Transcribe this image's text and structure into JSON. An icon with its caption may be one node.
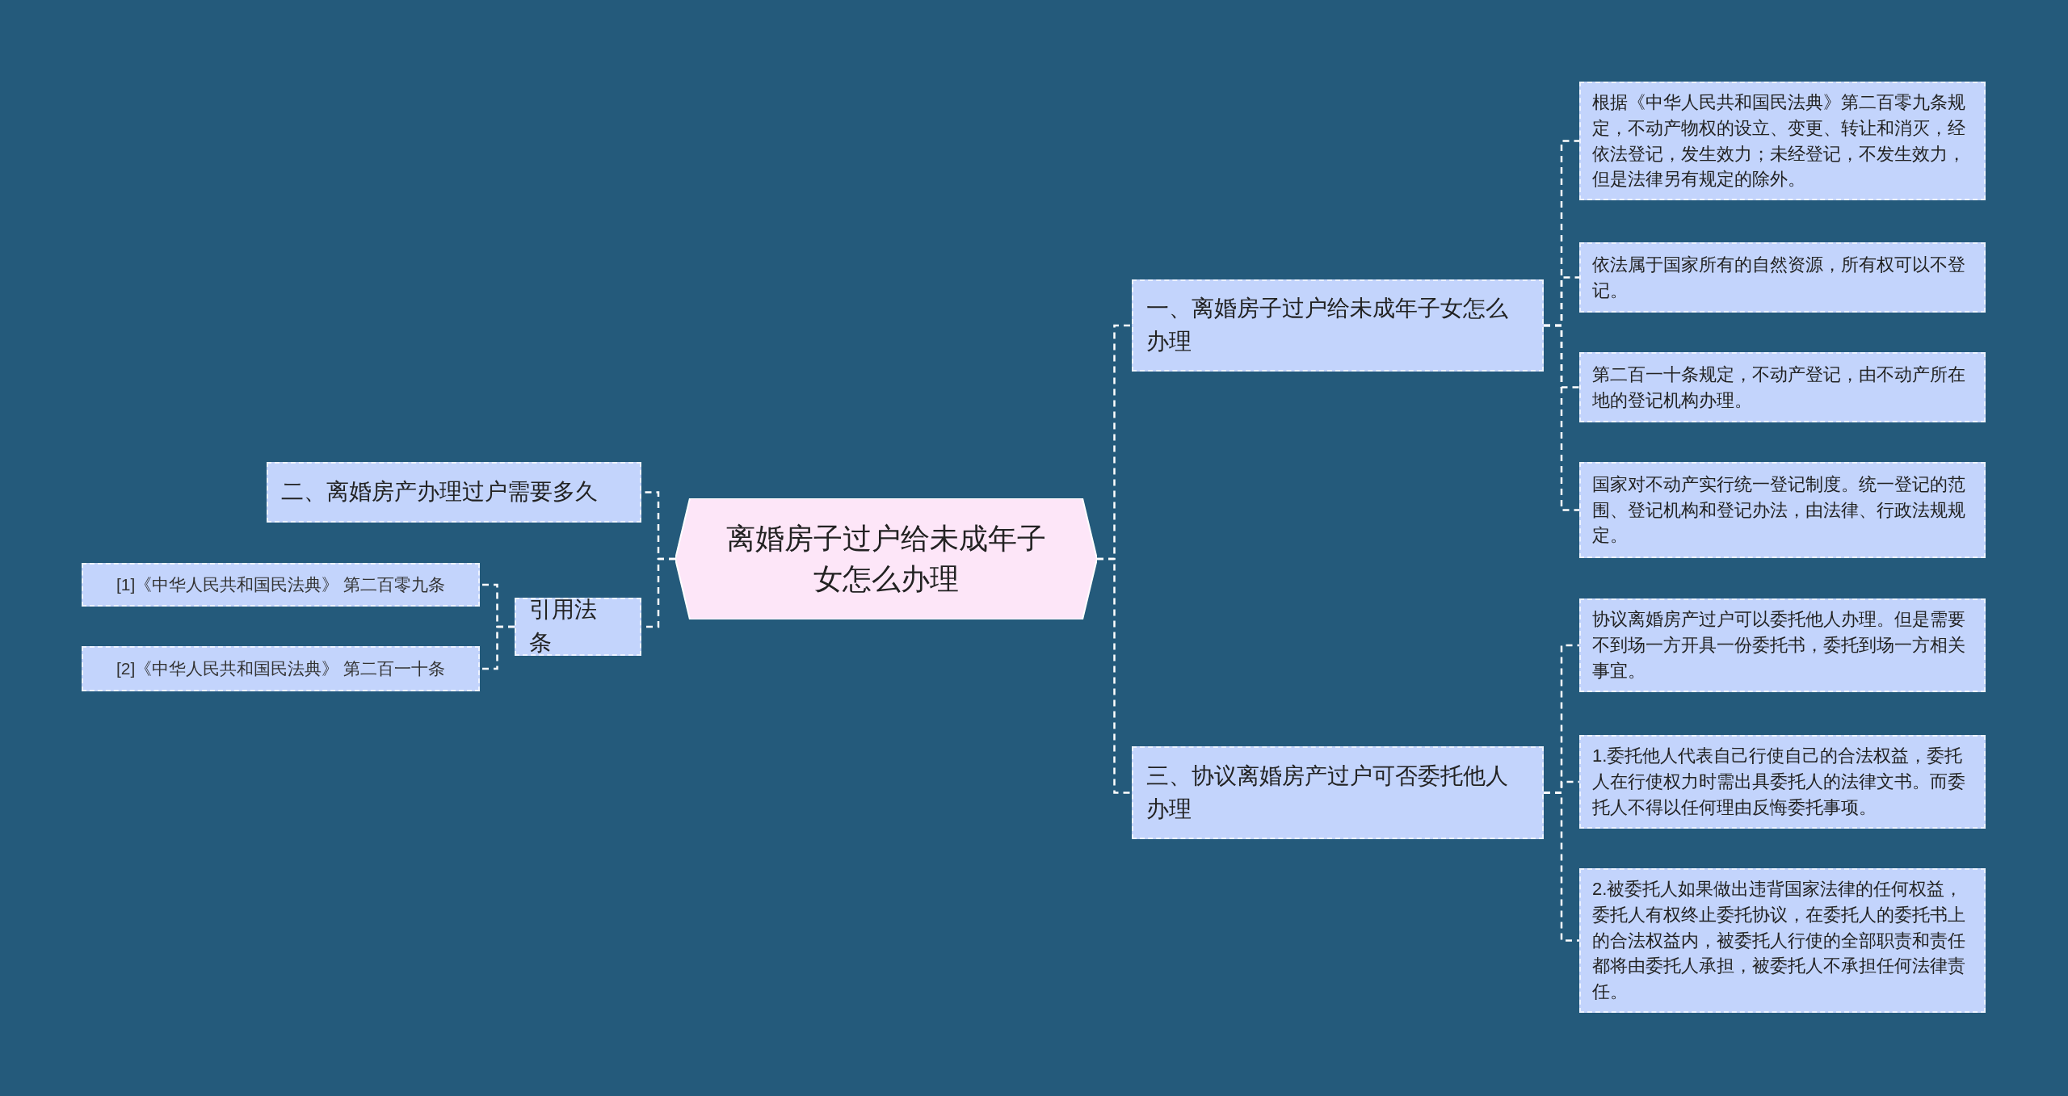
{
  "diagram": {
    "nodes": [
      {
        "text": [
          "离婚房子过户给未成年子女怎么办理"
        ]
      },
      {
        "text": [
          "一、离婚房子过户给未成年子女怎么办理"
        ]
      },
      {
        "text": [
          "根据《中华人民共和国民法典》第二百零九条规定，不动产物权的设立、变更、转让和消灭，经依法登记，发生效力；未经登记，不发生效力，但是法律另有规定的除外。"
        ]
      },
      {
        "text": [
          "依法属于国家所有的自然资源，所有权可以不登记。"
        ]
      },
      {
        "text": [
          "第二百一十条规定，不动产登记，由不动产所在地的登记机构办理。"
        ]
      },
      {
        "text": [
          "国家对不动产实行统一登记制度。统一登记的范围、登记机构和登记办法，由法律、行政法规规定。"
        ]
      },
      {
        "text": [
          "三、协议离婚房产过户可否委托他人办理"
        ]
      },
      {
        "text": [
          "协议离婚房产过户可以委托他人办理。但是需要不到场一方开具一份委托书，委托到场一方相关事宜。"
        ]
      },
      {
        "text": [
          "1.委托他人代表自己行使自己的合法权益，委托人在行使权力时需出具委托人的法律文书。而委托人不得以任何理由反悔委托事项。"
        ]
      },
      {
        "text": [
          "2.被委托人如果做出违背国家法律的任何权益，委托人有权终止委托协议，在委托人的委托书上的合法权益内，被委托人行使的全部职责和责任都将由委托人承担，被委托人不承担任何法律责任。"
        ]
      },
      {
        "text": [
          "二、离婚房产办理过户需要多久"
        ]
      },
      {
        "text": [
          "引用法条"
        ]
      },
      {
        "text": [
          "[1]《中华人民共和国民法典》 第二百零九条"
        ]
      },
      {
        "text": [
          "[2]《中华人民共和国民法典》 第二百一十条"
        ]
      }
    ],
    "edges": [
      {
        "from": 0,
        "to": 1,
        "arrow": "none",
        "style": "dashed"
      },
      {
        "from": 1,
        "to": 2,
        "arrow": "none",
        "style": "dashed"
      },
      {
        "from": 1,
        "to": 3,
        "arrow": "none",
        "style": "dashed"
      },
      {
        "from": 1,
        "to": 4,
        "arrow": "none",
        "style": "dashed"
      },
      {
        "from": 1,
        "to": 5,
        "arrow": "none",
        "style": "dashed"
      },
      {
        "from": 0,
        "to": 6,
        "arrow": "none",
        "style": "dashed"
      },
      {
        "from": 6,
        "to": 7,
        "arrow": "none",
        "style": "dashed"
      },
      {
        "from": 6,
        "to": 8,
        "arrow": "none",
        "style": "dashed"
      },
      {
        "from": 6,
        "to": 9,
        "arrow": "none",
        "style": "dashed"
      },
      {
        "from": 0,
        "to": 10,
        "arrow": "none",
        "style": "dashed"
      },
      {
        "from": 0,
        "to": 11,
        "arrow": "none",
        "style": "dashed"
      },
      {
        "from": 11,
        "to": 12,
        "arrow": "none",
        "style": "dashed"
      },
      {
        "from": 11,
        "to": 13,
        "arrow": "none",
        "style": "dashed"
      }
    ]
  }
}
